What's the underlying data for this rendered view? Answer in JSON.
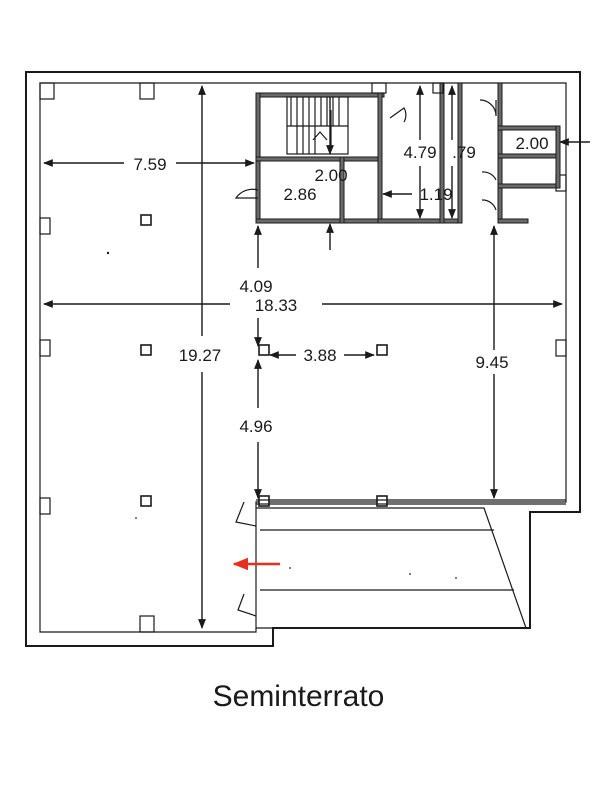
{
  "caption": "Seminterrato",
  "dimensions": {
    "west_room_width": "7.59",
    "total_width": "18.33",
    "total_height": "19.27",
    "upper_depth": "4.09",
    "pillar_spacing": "3.88",
    "lower_depth": "4.96",
    "east_span": "9.45",
    "room_a": "2.86",
    "room_b": "2.00",
    "corridor": "1.19",
    "height_a": "4.79",
    "height_b": ".79",
    "room_c": "2.00"
  },
  "entrance_arrow_color": "#e8301e"
}
